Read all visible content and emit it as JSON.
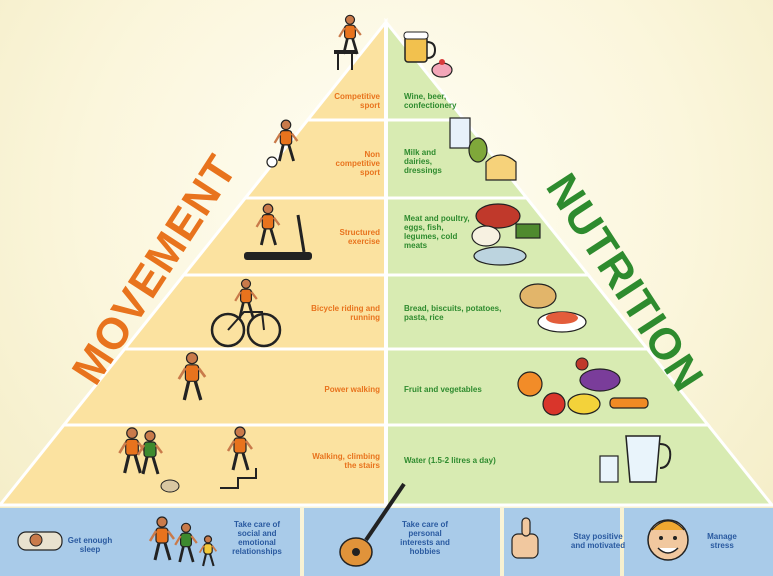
{
  "sides": {
    "movement": "MOVEMENT",
    "nutrition": "NUTRITION"
  },
  "colors": {
    "movement_accent": "#e8731d",
    "nutrition_accent": "#2e8b2e",
    "movement_fill": "#fbe2a0",
    "nutrition_fill": "#d8ebb2",
    "base_fill": "#a9cbe9",
    "base_text": "#2a5aa0"
  },
  "tiers": [
    {
      "movement": "Competitive sport",
      "nutrition": "Wine, beer, confectionery",
      "movement_icon": "hurdler-icon",
      "nutrition_icon": "beer-cake-icon"
    },
    {
      "movement": "Non competitive sport",
      "nutrition": "Milk and dairies, dressings",
      "movement_icon": "football-player-icon",
      "nutrition_icon": "dairy-icon"
    },
    {
      "movement": "Structured exercise",
      "nutrition": "Meat and poultry, eggs, fish, legumes, cold meats",
      "movement_icon": "treadmill-runner-icon",
      "nutrition_icon": "meat-fish-icon"
    },
    {
      "movement": "Bicycle riding and running",
      "nutrition": "Bread, biscuits, potatoes, pasta, rice",
      "movement_icon": "cyclist-icon",
      "nutrition_icon": "bread-pasta-icon"
    },
    {
      "movement": "Power walking",
      "nutrition": "Fruit and vegetables",
      "movement_icon": "power-walker-icon",
      "nutrition_icon": "fruit-vegetables-icon"
    },
    {
      "movement": "Walking, climbing the stairs",
      "nutrition": "Water (1.5-2 litres a day)",
      "movement_icon": "walkers-stairs-icon",
      "nutrition_icon": "water-jug-icon"
    }
  ],
  "base": [
    {
      "label": "Get enough sleep",
      "icon": "sleeping-person-icon"
    },
    {
      "label": "Take care of social and emotional relationships",
      "icon": "family-icon"
    },
    {
      "label": "Take care of personal interests and hobbies",
      "icon": "guitar-icon"
    },
    {
      "label": "Stay positive and motivated",
      "icon": "thumbs-up-icon"
    },
    {
      "label": "Manage stress",
      "icon": "smiling-face-icon"
    }
  ]
}
